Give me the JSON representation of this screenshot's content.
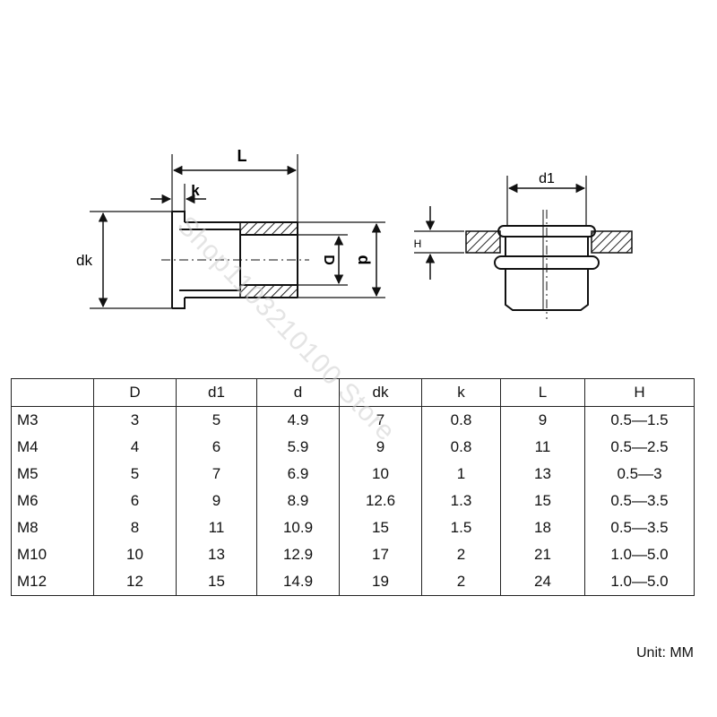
{
  "drawing": {
    "labels": {
      "L": "L",
      "k": "k",
      "dk": "dk",
      "D": "D",
      "d": "d",
      "d1": "d1",
      "H": "H"
    }
  },
  "table": {
    "headers": [
      "",
      "D",
      "d1",
      "d",
      "dk",
      "k",
      "L",
      "H"
    ],
    "rows": [
      [
        "M3",
        "3",
        "5",
        "4.9",
        "7",
        "0.8",
        "9",
        "0.5—1.5"
      ],
      [
        "M4",
        "4",
        "6",
        "5.9",
        "9",
        "0.8",
        "11",
        "0.5—2.5"
      ],
      [
        "M5",
        "5",
        "7",
        "6.9",
        "10",
        "1",
        "13",
        "0.5—3"
      ],
      [
        "M6",
        "6",
        "9",
        "8.9",
        "12.6",
        "1.3",
        "15",
        "0.5—3.5"
      ],
      [
        "M8",
        "8",
        "11",
        "10.9",
        "15",
        "1.5",
        "18",
        "0.5—3.5"
      ],
      [
        "M10",
        "10",
        "13",
        "12.9",
        "17",
        "2",
        "21",
        "1.0—5.0"
      ],
      [
        "M12",
        "12",
        "15",
        "14.9",
        "19",
        "2",
        "24",
        "1.0—5.0"
      ]
    ]
  },
  "unit": "Unit: MM",
  "watermark": "Shop1103210100 Store"
}
